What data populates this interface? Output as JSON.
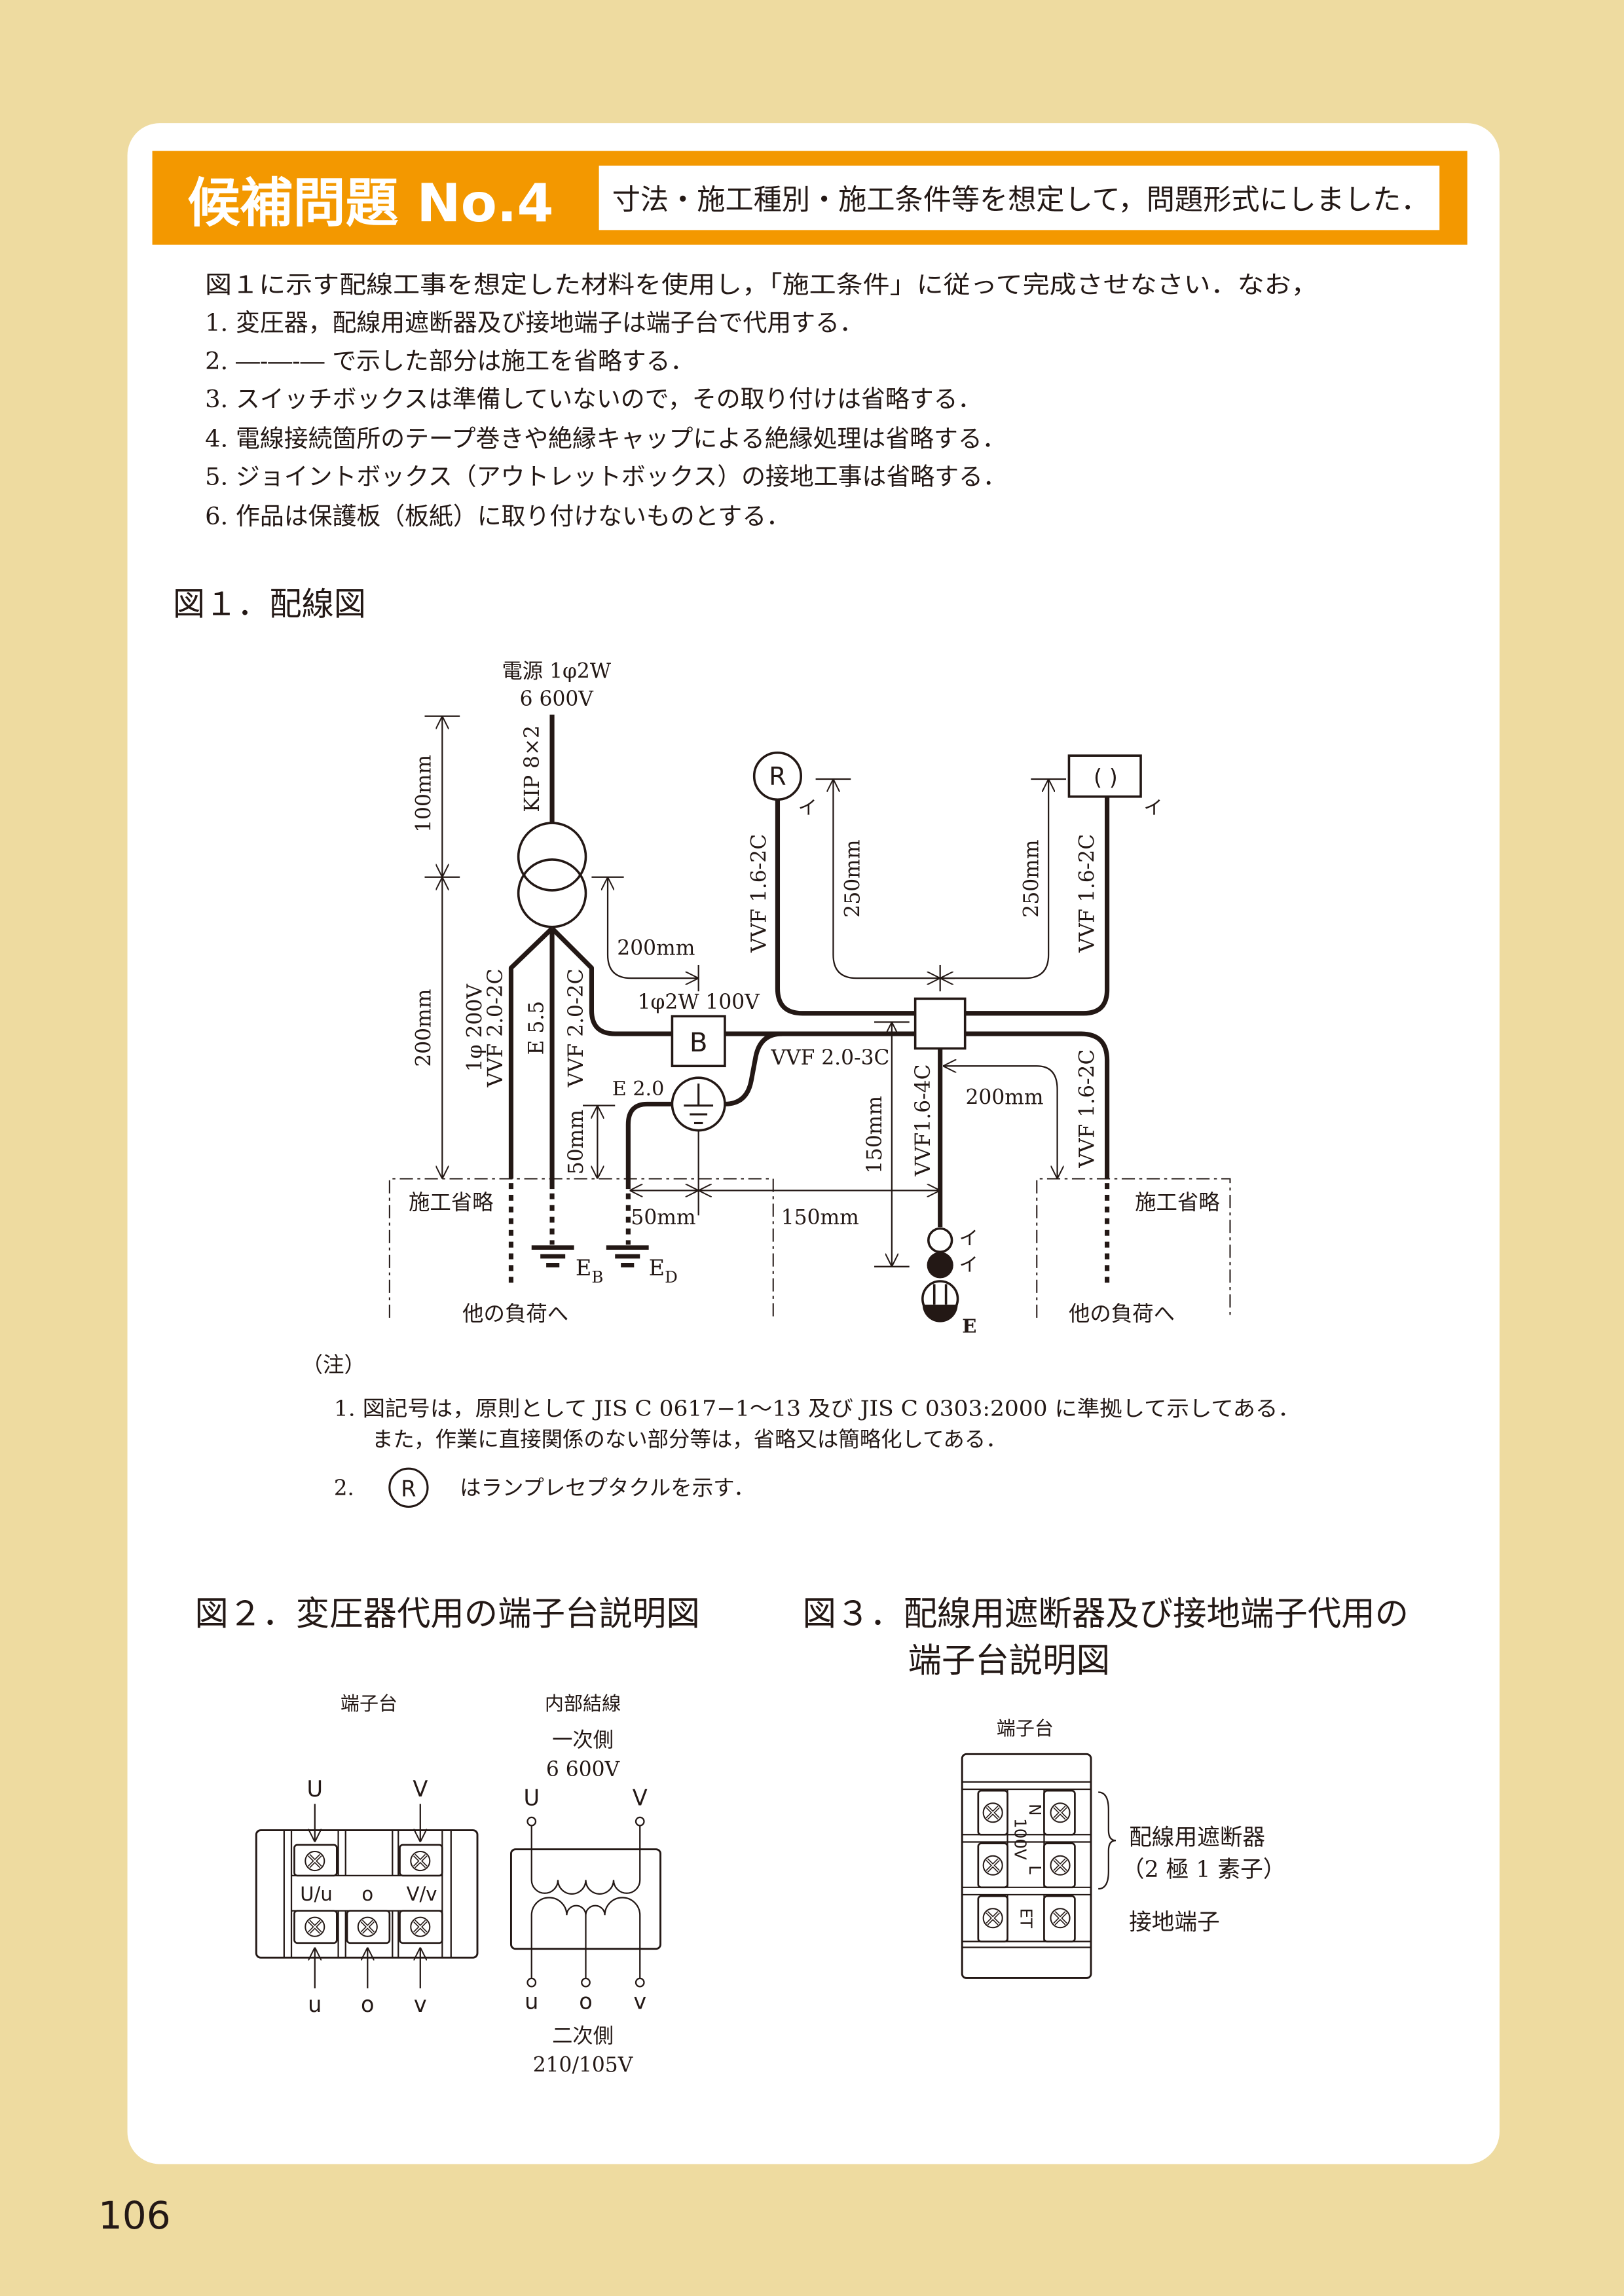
{
  "colors": {
    "background": "#EEDBA0",
    "accent": "#F39800",
    "card": "#FFFFFF",
    "ink": "#231815"
  },
  "header": {
    "title": "候補問題 No.4",
    "subtitle": "寸法・施工種別・施工条件等を想定して，問題形式にしました．"
  },
  "intro": {
    "lead": "図１に示す配線工事を想定した材料を使用し，「施工条件」に従って完成させなさい．なお，",
    "items": [
      "1.  変圧器，配線用遮断器及び接地端子は端子台で代用する．",
      "2.  ―‐―‐― で示した部分は施工を省略する．",
      "3.  スイッチボックスは準備していないので，その取り付けは省略する．",
      "4.  電線接続箇所のテープ巻きや絶縁キャップによる絶縁処理は省略する．",
      "5.  ジョイントボックス（アウトレットボックス）の接地工事は省略する．",
      "6.  作品は保護板（板紙）に取り付けないものとする．"
    ]
  },
  "figure1": {
    "title": "図１．配線図",
    "source_line1": "電源 1φ2W",
    "source_line2": "6 600V",
    "kip": "KIP 8×2",
    "dim_100": "100mm",
    "dim_200_left": "200mm",
    "dim_200_top": "200mm",
    "dim_250_left": "250mm",
    "dim_250_right": "250mm",
    "dim_200_right": "200mm",
    "dim_150_vert": "150mm",
    "dim_50_vert": "50mm",
    "dim_50_horiz": "50mm",
    "dim_150_horiz": "150mm",
    "supply_100v": "1φ2W 100V",
    "cable_200v_a": "1φ 200V",
    "cable_200v_b": "VVF 2.0-2C",
    "cable_e55": "E 5.5",
    "cable_vvf20_2c": "VVF 2.0-2C",
    "cable_3c": "VVF 2.0-3C",
    "cable_4c": "VVF1.6-4C",
    "cable_r": "VVF 1.6-2C",
    "cable_outlet": "VVF 1.6-2C",
    "cable_lower_right": "VVF 1.6-2C",
    "breaker": "B",
    "lamp_receptacle": "R",
    "outlet_symbol": "( )",
    "e20": "E 2.0",
    "eb": "E",
    "eb_sub": "B",
    "ed": "E",
    "ed_sub": "D",
    "i_label": "イ",
    "e_label": "E",
    "omitted": "施工省略",
    "to_other_loads": "他の負荷へ"
  },
  "notes": {
    "heading": "（注）",
    "n1_line1": "1.  図記号は，原則として JIS C 0617−1〜13 及び JIS C 0303:2000 に準拠して示してある．",
    "n1_line2": "また，作業に直接関係のない部分等は，省略又は簡略化してある．",
    "n2_num": "2.",
    "n2_symbol": "R",
    "n2_text": "はランプレセプタクルを示す．"
  },
  "figure2": {
    "title": "図２．変圧器代用の端子台説明図",
    "block_label": "端子台",
    "internal_label": "内部結線",
    "primary": "一次側",
    "primary_v": "6 600V",
    "secondary": "二次側",
    "secondary_v": "210/105V",
    "U": "U",
    "V": "V",
    "u": "u",
    "o": "o",
    "v": "v",
    "Uu": "U/u",
    "Vv": "V/v"
  },
  "figure3": {
    "title_line1": "図３．配線用遮断器及び接地端子代用の",
    "title_line2": "端子台説明図",
    "block_label": "端子台",
    "v100": "100V",
    "N": "N",
    "L": "L",
    "ET": "ET",
    "breaker_label": "配線用遮断器",
    "breaker_sub": "（2 極 1 素子）",
    "earth_label": "接地端子"
  },
  "page_number": "106"
}
